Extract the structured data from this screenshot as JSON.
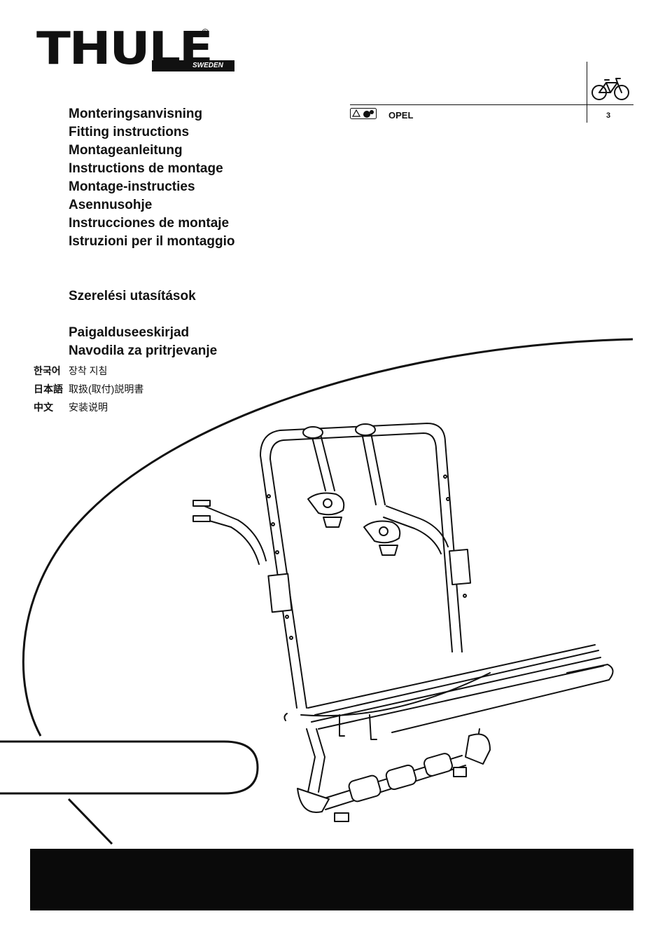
{
  "brand": {
    "logo_text": "THULE",
    "sub": "SWEDEN",
    "reg_mark": "®"
  },
  "header": {
    "vehicle": "OPEL",
    "page_number": "3",
    "bike_icon": "bicycle-icon",
    "fit_icon": "fit-symbol-icon"
  },
  "titles": [
    "Monteringsanvisning",
    "Fitting instructions",
    "Montageanleitung",
    "Instructions de montage",
    "Montage-instructies",
    "Asennusohje",
    "Instrucciones de montaje",
    "Istruzioni per il montaggio",
    "Szerelési utasítások",
    "Paigalduseeskirjad",
    "Navodila za pritrjevanje"
  ],
  "cjk": [
    {
      "lang": "한국어",
      "text": "장착 지침"
    },
    {
      "lang": "日本語",
      "text": "取扱(取付)説明書"
    },
    {
      "lang": "中文",
      "text": "安装说明"
    }
  ],
  "colors": {
    "ink": "#111111",
    "bar": "#0a0a0a",
    "paper": "#ffffff"
  }
}
